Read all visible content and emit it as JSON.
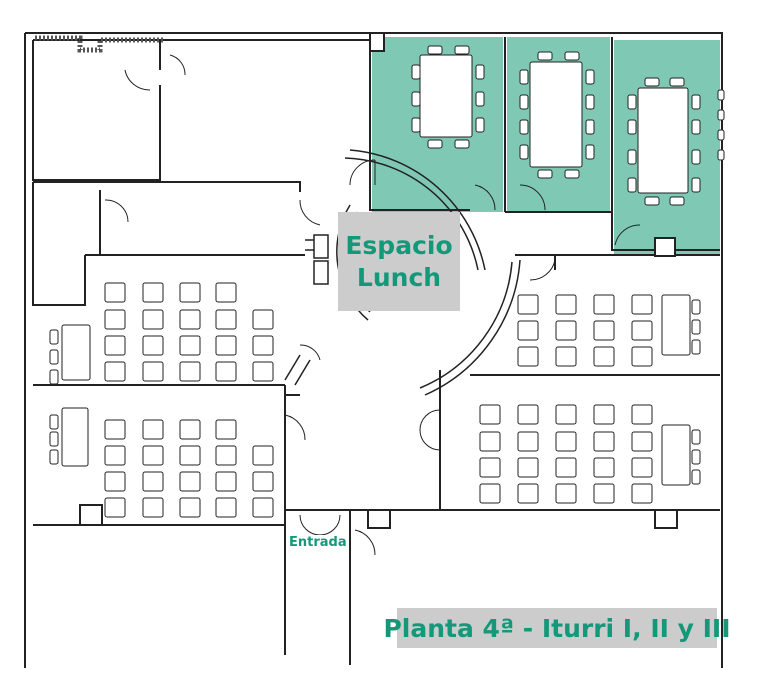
{
  "title": "Planta 4ª - Iturri I, II y III",
  "rooms": {
    "lunch_line1": "Espacio",
    "lunch_line2": "Lunch",
    "entrance": "Entrada"
  },
  "colors": {
    "highlight_room": "#7fc8b4",
    "text_accent": "#13987a",
    "label_bg": "#cccccc"
  }
}
